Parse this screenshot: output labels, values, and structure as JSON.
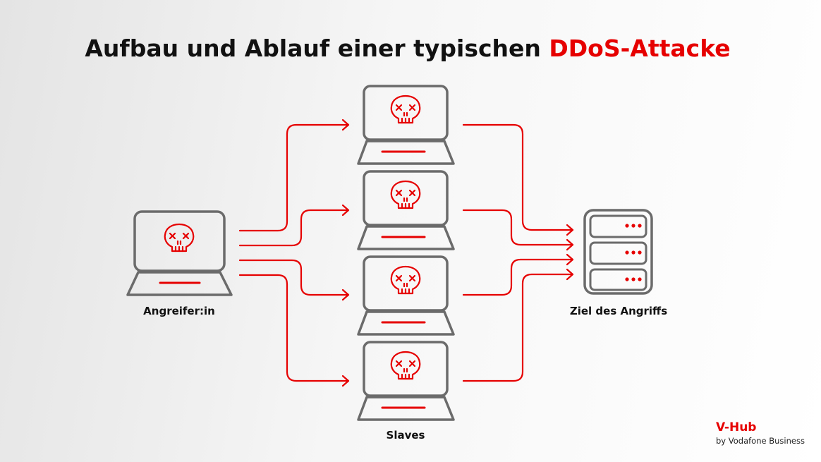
{
  "title": {
    "prefix": "Aufbau und Ablauf einer typischen ",
    "highlight": "DDoS-Attacke"
  },
  "labels": {
    "attacker": "Angreifer:in",
    "slaves": "Slaves",
    "target": "Ziel des Angriffs"
  },
  "logo": {
    "name": "V-Hub",
    "tagline": "by Vodafone Business"
  },
  "colors": {
    "accent": "#e60000",
    "outline": "#6b6b6b"
  }
}
